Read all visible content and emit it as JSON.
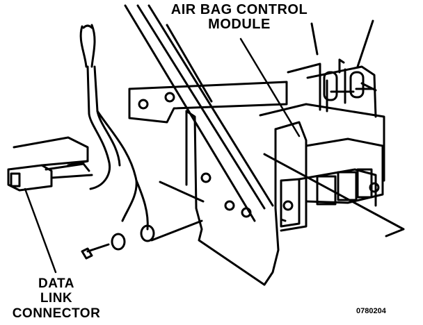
{
  "labels": {
    "airbag_line1": "AIR BAG CONTROL",
    "airbag_line2": "MODULE",
    "dlc_line1": "DATA",
    "dlc_line2": "LINK",
    "dlc_line3": "CONNECTOR"
  },
  "figure_number": "0780204"
}
